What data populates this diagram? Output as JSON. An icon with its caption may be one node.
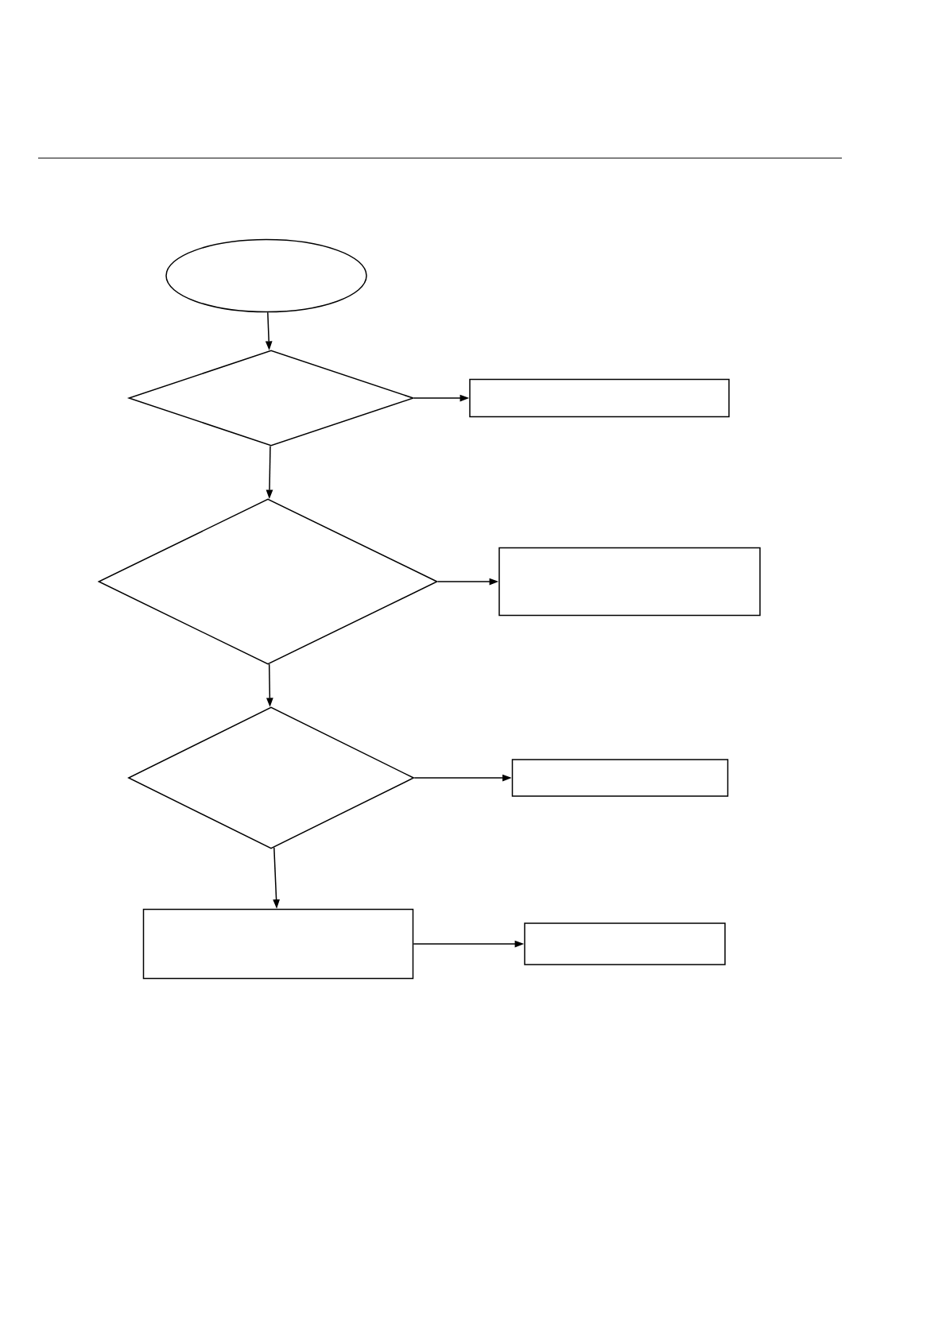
{
  "diagram": {
    "nodes": [
      {
        "text": [],
        "shape": "ellipse"
      },
      {
        "text": [],
        "shape": "diamond"
      },
      {
        "text": [],
        "shape": "box"
      },
      {
        "text": [],
        "shape": "diamond"
      },
      {
        "text": [],
        "shape": "box"
      },
      {
        "text": [],
        "shape": "diamond"
      },
      {
        "text": [],
        "shape": "box"
      },
      {
        "text": [],
        "shape": "box"
      },
      {
        "text": [],
        "shape": "box"
      }
    ],
    "edges": [
      {
        "from": 0,
        "to": 1,
        "arrow": "to"
      },
      {
        "from": 1,
        "to": 2,
        "arrow": "to"
      },
      {
        "from": 1,
        "to": 3,
        "arrow": "to"
      },
      {
        "from": 3,
        "to": 4,
        "arrow": "to"
      },
      {
        "from": 3,
        "to": 5,
        "arrow": "to"
      },
      {
        "from": 5,
        "to": 6,
        "arrow": "to"
      },
      {
        "from": 5,
        "to": 7,
        "arrow": "to"
      },
      {
        "from": 7,
        "to": 8,
        "arrow": "to"
      }
    ]
  }
}
